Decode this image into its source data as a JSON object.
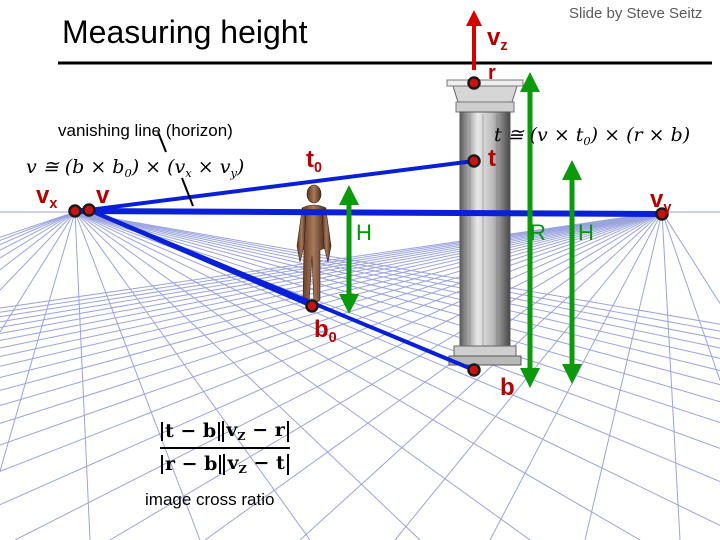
{
  "slide": {
    "title": "Measuring height",
    "credit": "Slide by Steve Seitz"
  },
  "labels": {
    "horizon": "vanishing line (horizon)",
    "cross_ratio_caption": "image cross ratio",
    "vz_main": "v",
    "vz_sub": "z",
    "r": "r",
    "t": "t",
    "t0_main": "t",
    "t0_sub": "0",
    "vx_main": "v",
    "vx_sub": "x",
    "v": "v",
    "vy_main": "v",
    "vy_sub": "y",
    "b0_main": "b",
    "b0_sub": "0",
    "b": "b",
    "H_left": "H",
    "R": "R",
    "H_right": "H"
  },
  "formulas": {
    "v_eq": {
      "lhs": "v ≅ (b × b",
      "lhs_sub": "0",
      "mid": ") × (v",
      "mid_sub1": "x",
      "mid2": " × v",
      "mid_sub2": "y",
      "end": ")"
    },
    "t_eq": {
      "lhs": "t ≅ (v × t",
      "lhs_sub": "0",
      "end": ") × (r × b)"
    },
    "cross_ratio": {
      "num_a": "t − b",
      "num_b_main": "v",
      "num_b_sub": "Z",
      "num_b_rest": " − r",
      "den_a": "r − b",
      "den_b_main": "v",
      "den_b_sub": "Z",
      "den_b_rest": " − t"
    }
  },
  "colors": {
    "point_fill": "#cc1111",
    "line_blue": "#0a1fd8",
    "arrow_green": "#0b9a0b",
    "arrow_red": "#d40000",
    "grid": "#9aa3e0",
    "label_red": "#b80000",
    "label_green": "#009900"
  }
}
